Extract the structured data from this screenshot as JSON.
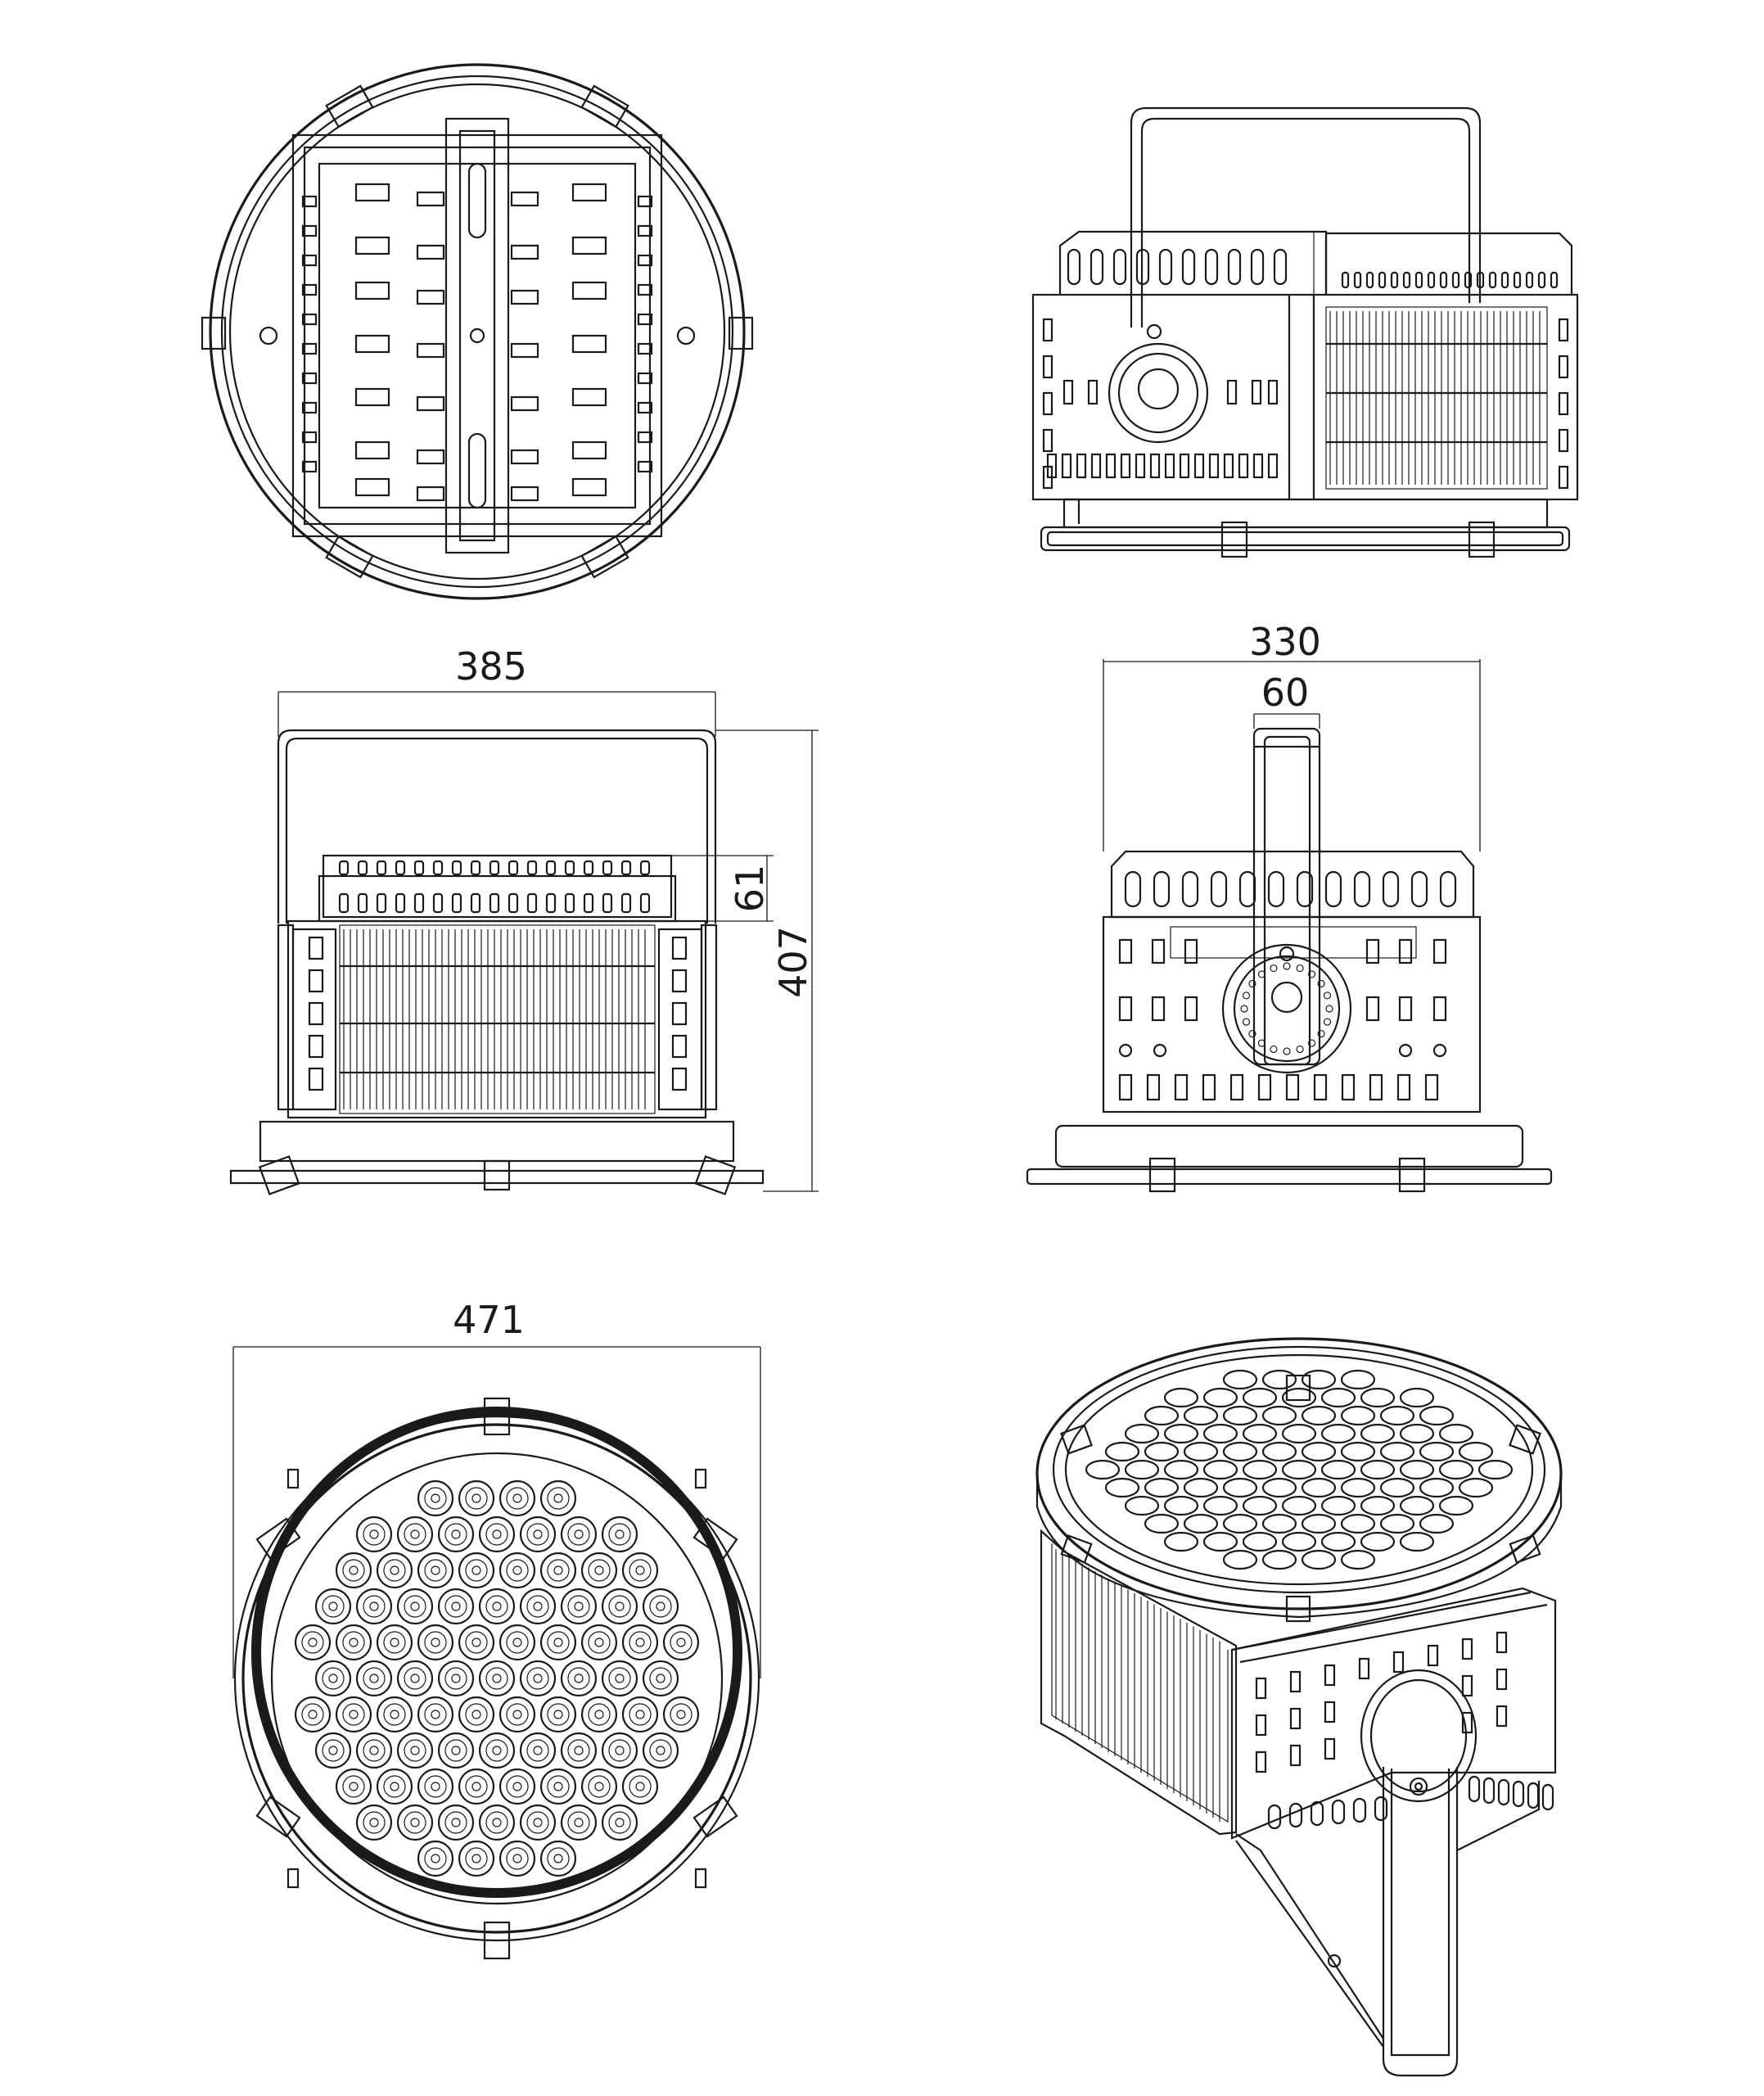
{
  "dimensions": {
    "side_width": "385",
    "side_height": "407",
    "driver_height": "61",
    "front_width": "330",
    "bracket_width": "60",
    "diameter": "471"
  },
  "colors": {
    "line": "#1a1a1a",
    "background": "#ffffff"
  }
}
